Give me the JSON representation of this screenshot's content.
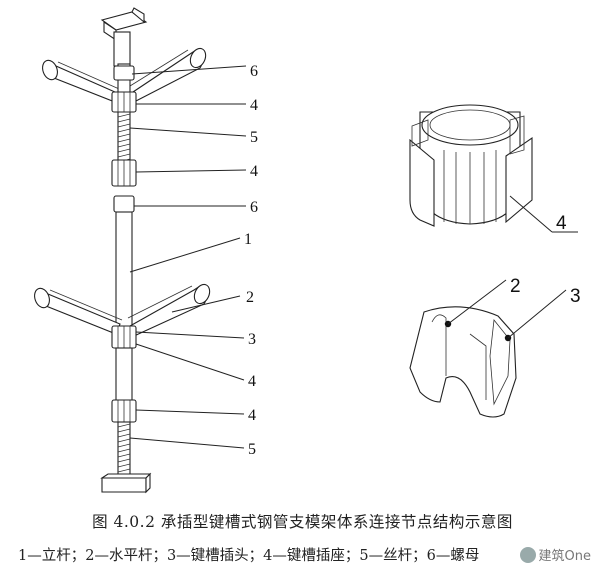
{
  "figure": {
    "callouts": {
      "c6a": "6",
      "c4a": "4",
      "c5a": "5",
      "c4b": "4",
      "c6b": "6",
      "c1": "1",
      "c2": "2",
      "c3": "3",
      "c4c": "4",
      "c4d": "4",
      "c5b": "5",
      "d4": "4",
      "d2": "2",
      "d3": "3"
    }
  },
  "caption": "图 4.0.2 承插型键槽式钢管支模架体系连接节点结构示意图",
  "legend": "1—立杆；2—水平杆；3—键槽插头；4—键槽插座；5—丝杆；6—螺母",
  "watermark": "建筑One"
}
